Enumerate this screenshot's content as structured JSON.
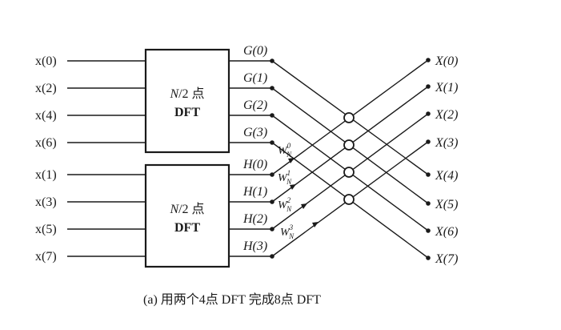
{
  "inputs": {
    "top": [
      "x(0)",
      "x(2)",
      "x(4)",
      "x(6)"
    ],
    "bottom": [
      "x(1)",
      "x(3)",
      "x(5)",
      "x(7)"
    ]
  },
  "blocks": [
    {
      "line1_italic": "N",
      "line1_rest": "/2 点",
      "line2": "DFT"
    },
    {
      "line1_italic": "N",
      "line1_rest": "/2 点",
      "line2": "DFT"
    }
  ],
  "intermediate": {
    "G": [
      "G(0)",
      "G(1)",
      "G(2)",
      "G(3)"
    ],
    "H": [
      "H(0)",
      "H(1)",
      "H(2)",
      "H(3)"
    ]
  },
  "twiddles": [
    {
      "base": "W",
      "sub": "N",
      "sup": "0"
    },
    {
      "base": "W",
      "sub": "N",
      "sup": "1"
    },
    {
      "base": "W",
      "sub": "N",
      "sup": "2"
    },
    {
      "base": "W",
      "sub": "N",
      "sup": "3"
    }
  ],
  "outputs": [
    "X(0)",
    "X(1)",
    "X(2)",
    "X(3)",
    "X(4)",
    "X(5)",
    "X(6)",
    "X(7)"
  ],
  "caption": "(a) 用两个4点 DFT 完成8点 DFT"
}
